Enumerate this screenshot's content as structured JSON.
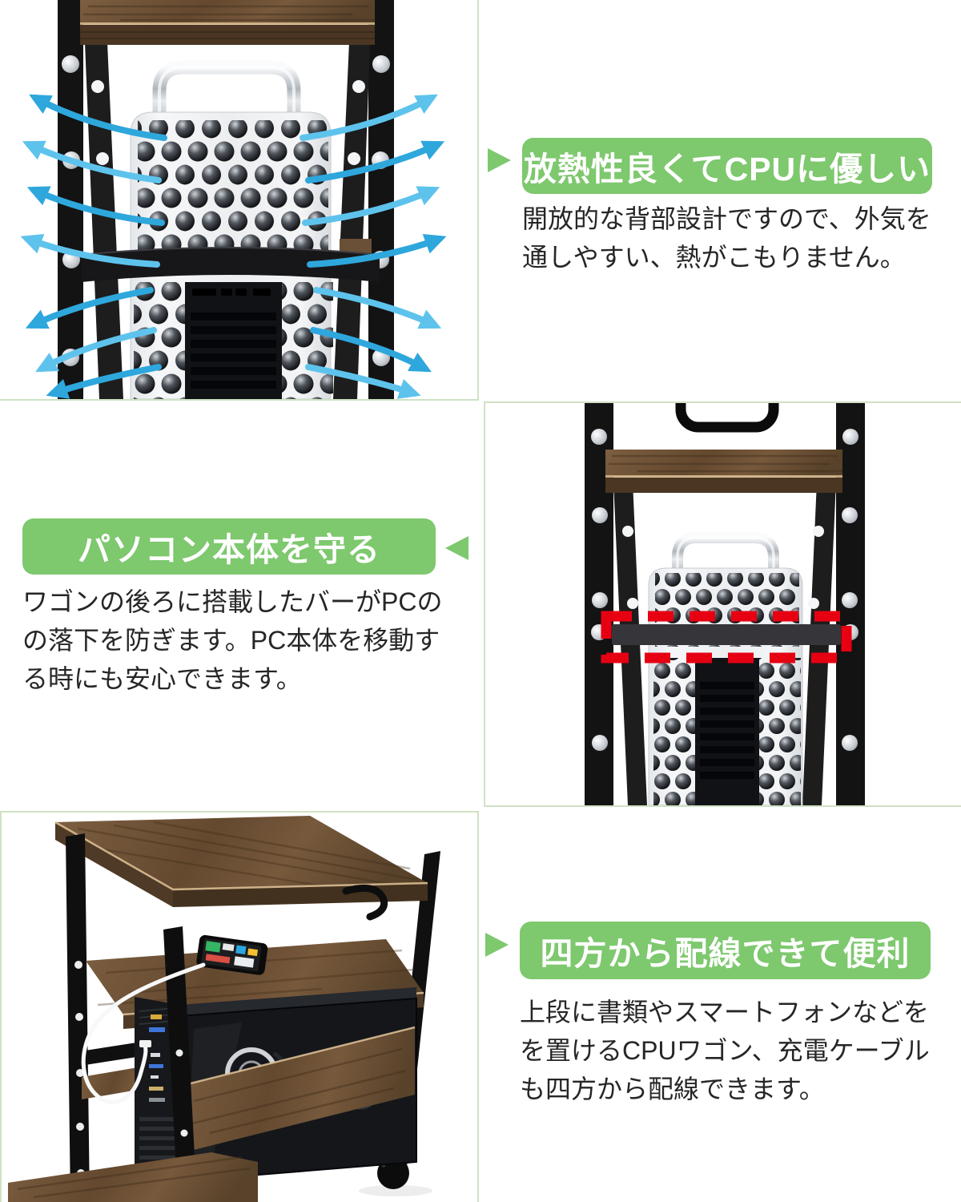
{
  "colors": {
    "accent_green": "#7ec86e",
    "panel_border_green": "#cfe2c4",
    "airflow_blue": "#2ea7dc",
    "airflow_blue_light": "#5ec3ec",
    "highlight_red": "#e60012",
    "header_text": "#ffffff",
    "body_text": "#262626"
  },
  "sections": [
    {
      "id": "heat-dissipation",
      "pointer": "right",
      "title": "放熱性良くてCPUに優しい",
      "body": [
        "開放的な背部設計ですので、外気を",
        "通しやすい、熱がこもりません。"
      ]
    },
    {
      "id": "protect-pc",
      "pointer": "left",
      "title": "パソコン本体を守る",
      "body": [
        "ワゴンの後ろに搭載したバーがPCの",
        "の落下を防ぎます。PC本体を移動す",
        "る時にも安心できます。"
      ]
    },
    {
      "id": "cable-routing",
      "pointer": "right",
      "title": "四方から配線できて便利",
      "body": [
        "上段に書類やスマートフォンなどを",
        "を置けるCPUワゴン、充電ケーブル",
        "も四方から配線できます。"
      ]
    }
  ]
}
